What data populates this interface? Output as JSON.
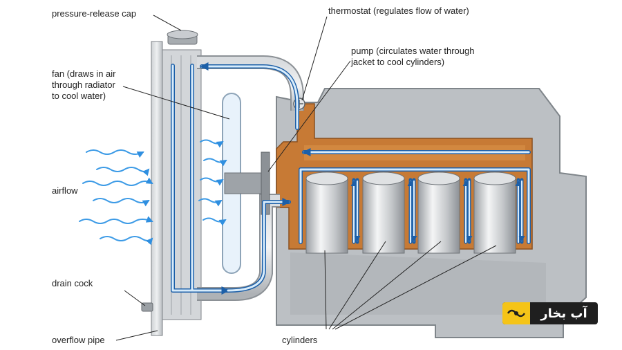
{
  "labels": {
    "pressure_cap": "pressure-release cap",
    "thermostat": "thermostat (regulates flow of water)",
    "pump": "pump (circulates water through\njacket to cool cylinders)",
    "fan": "fan (draws in air\nthrough radiator\nto cool water)",
    "airflow": "airflow",
    "drain_cock": "drain cock",
    "overflow_pipe": "overflow pipe",
    "cylinders": "cylinders"
  },
  "watermark": {
    "text": "آب بخار"
  },
  "colors": {
    "coolant": "#2f7fd0",
    "coolant_light": "#cfe6fb",
    "engine_block": "#b9bdc1",
    "water_jacket": "#c77a35",
    "metal": "#8e9499",
    "air": "#4aa3e8",
    "badge_yellow": "#f5c418"
  },
  "icons": {
    "flow_arrows": "arrow-icon",
    "watermark_logo": "steam-logo-icon"
  }
}
